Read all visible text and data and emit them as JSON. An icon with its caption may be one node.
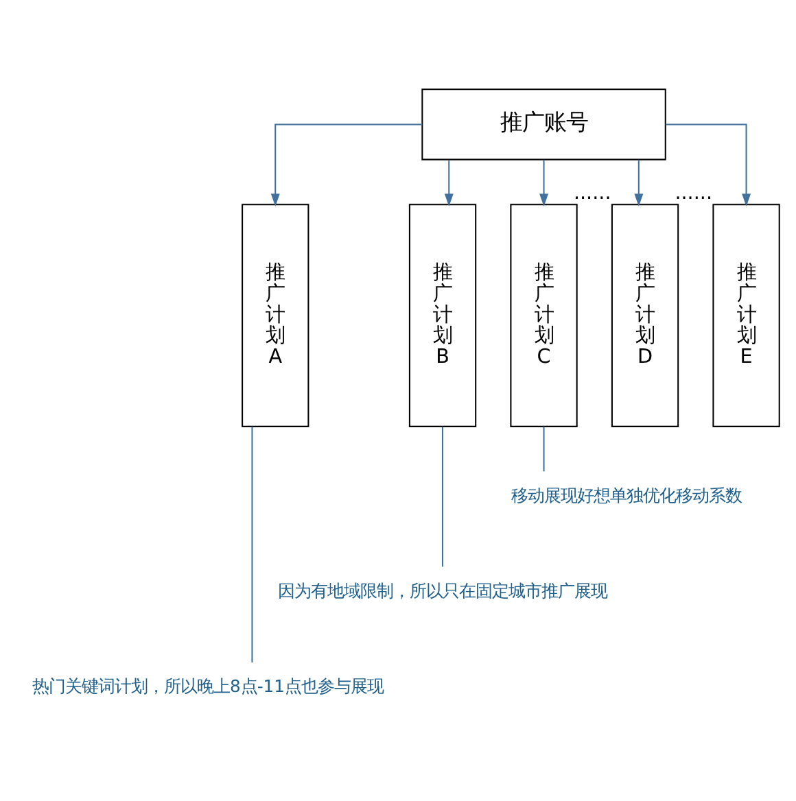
{
  "diagram": {
    "nodes": [
      {
        "text": [
          "推广账号"
        ]
      },
      {
        "text": [
          "推广计划A"
        ]
      },
      {
        "text": [
          "推广计划B"
        ]
      },
      {
        "text": [
          "推广计划C"
        ]
      },
      {
        "text": [
          "推广计划D"
        ],
        "beside": [
          "......"
        ]
      },
      {
        "text": [
          "推广计划E"
        ],
        "beside": [
          "......"
        ]
      },
      {
        "text": [
          "移动展现好想单独优化移动系数"
        ]
      },
      {
        "text": [
          "因为有地域限制，所以只在固定城市推广展现"
        ]
      },
      {
        "text": [
          "热门关键词计划，所以晚上8点-11点也参与展现"
        ]
      }
    ],
    "edges": [
      {
        "from": 0,
        "to": 1,
        "arrow": "to"
      },
      {
        "from": 0,
        "to": 2,
        "arrow": "to"
      },
      {
        "from": 0,
        "to": 3,
        "arrow": "to"
      },
      {
        "from": 0,
        "to": 4,
        "arrow": "to"
      },
      {
        "from": 0,
        "to": 5,
        "arrow": "to"
      },
      {
        "from": 3,
        "to": 6,
        "arrow": "none"
      },
      {
        "from": 2,
        "to": 7,
        "arrow": "none"
      },
      {
        "from": 1,
        "to": 8,
        "arrow": "none"
      }
    ]
  }
}
